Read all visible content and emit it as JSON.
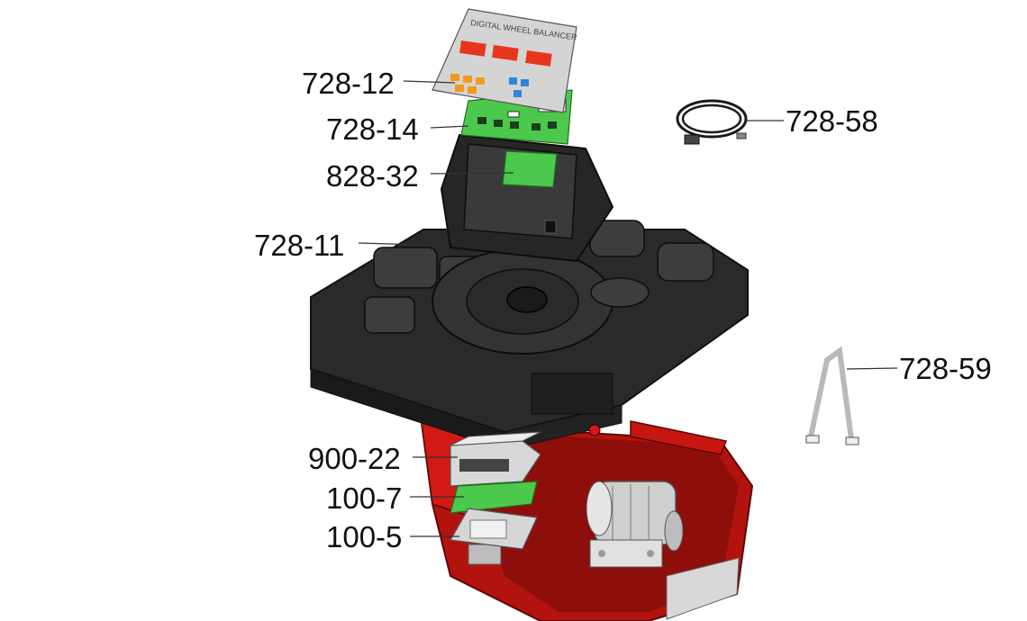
{
  "panel": {
    "title": "DIGITAL WHEEL BALANCER"
  },
  "labels": {
    "p728_12": "728-12",
    "p728_14": "728-14",
    "p828_32": "828-32",
    "p728_11": "728-11",
    "p728_58": "728-58",
    "p728_59": "728-59",
    "p900_22": "900-22",
    "p100_7": "100-7",
    "p100_5": "100-5"
  },
  "colors": {
    "housing": "#2a2a2a",
    "housing_edge": "#111111",
    "base_red": "#b3130f",
    "base_red_dark": "#7a0b08",
    "pcb_green": "#4cc94c",
    "panel_gray": "#d4d4d4",
    "display_red": "#e8361e",
    "key_orange": "#f39a1a",
    "key_blue": "#2f86d8"
  }
}
